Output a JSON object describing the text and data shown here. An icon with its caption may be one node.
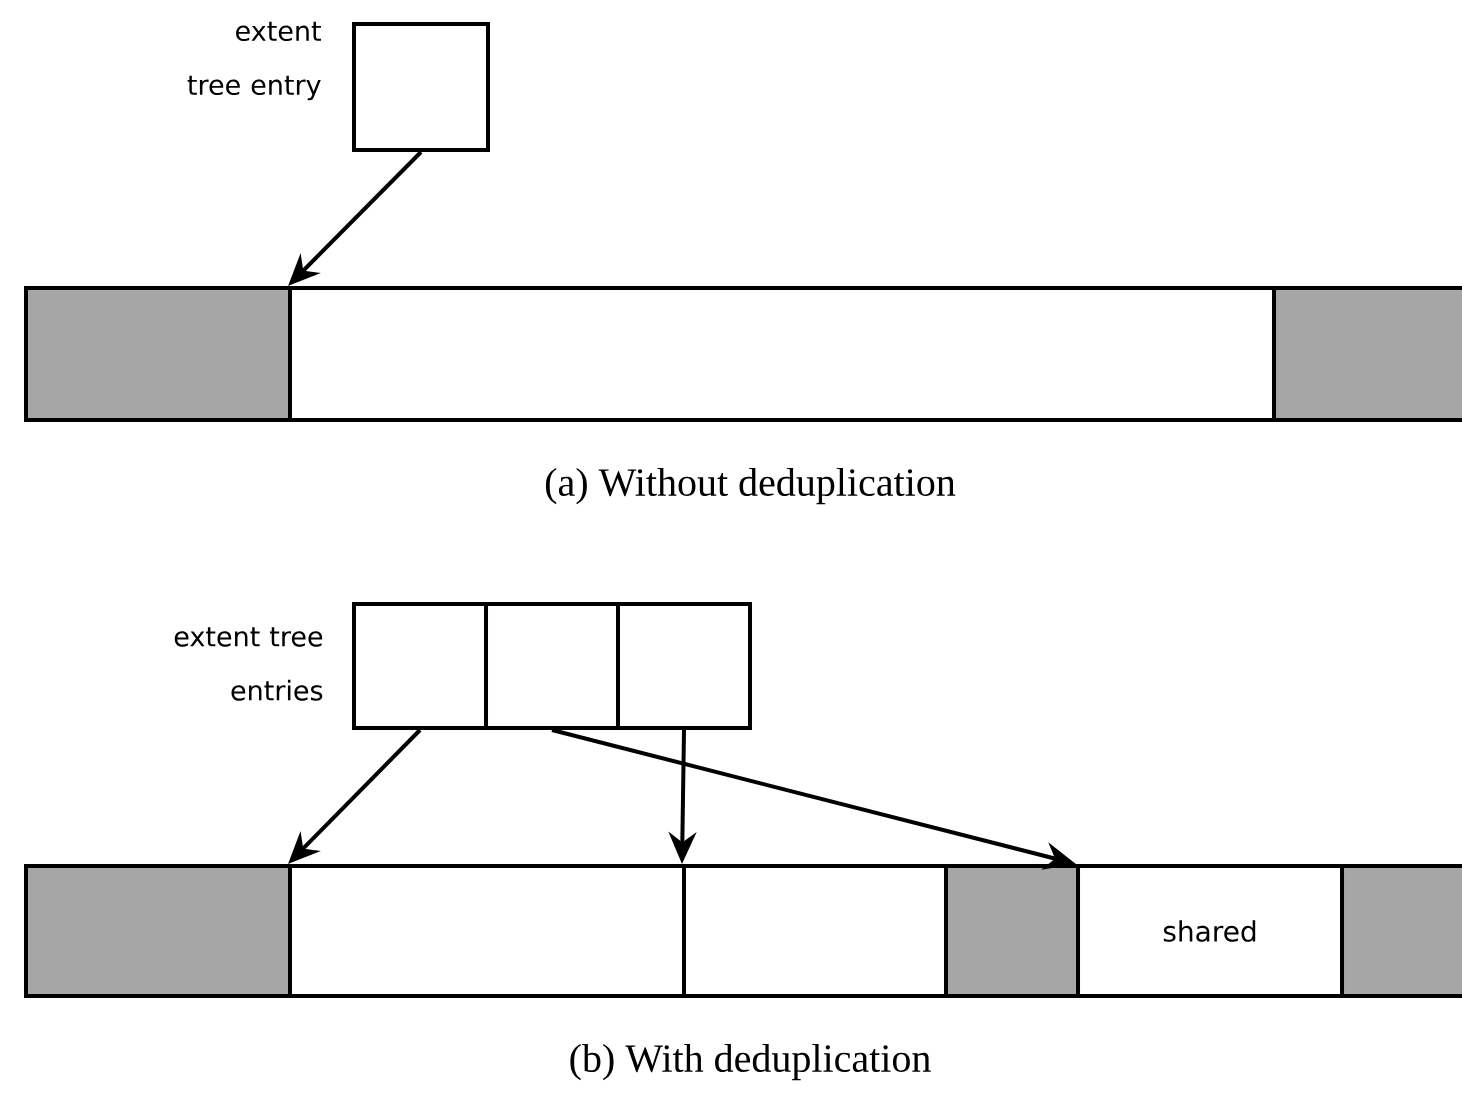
{
  "diagram": {
    "nodes": [
      {
        "text": [],
        "shape": "box",
        "beside": [
          "extent tree entry"
        ]
      },
      {
        "text": [],
        "shape": "box"
      },
      {
        "text": [],
        "shape": "box"
      },
      {
        "text": [],
        "shape": "box"
      },
      {
        "text": [],
        "shape": "box"
      },
      {
        "text": [],
        "shape": "box"
      },
      {
        "text": [],
        "shape": "box"
      },
      {
        "text": [],
        "shape": "box"
      },
      {
        "text": [],
        "shape": "box"
      },
      {
        "text": [],
        "shape": "box"
      },
      {
        "text": [],
        "shape": "box"
      },
      {
        "text": [
          "shared"
        ]
      },
      {
        "text": [],
        "shape": "box"
      }
    ],
    "edges": [
      {
        "from": 0,
        "to": 2,
        "arrow": "to"
      },
      {
        "from": 4,
        "to": 8,
        "arrow": "to"
      },
      {
        "from": 6,
        "to": 9,
        "arrow": "to"
      },
      {
        "from": 5,
        "to": 11,
        "arrow": "to"
      }
    ],
    "labels": [
      "(a) Without deduplication",
      "extent tree entries",
      "(b) With deduplication"
    ]
  }
}
